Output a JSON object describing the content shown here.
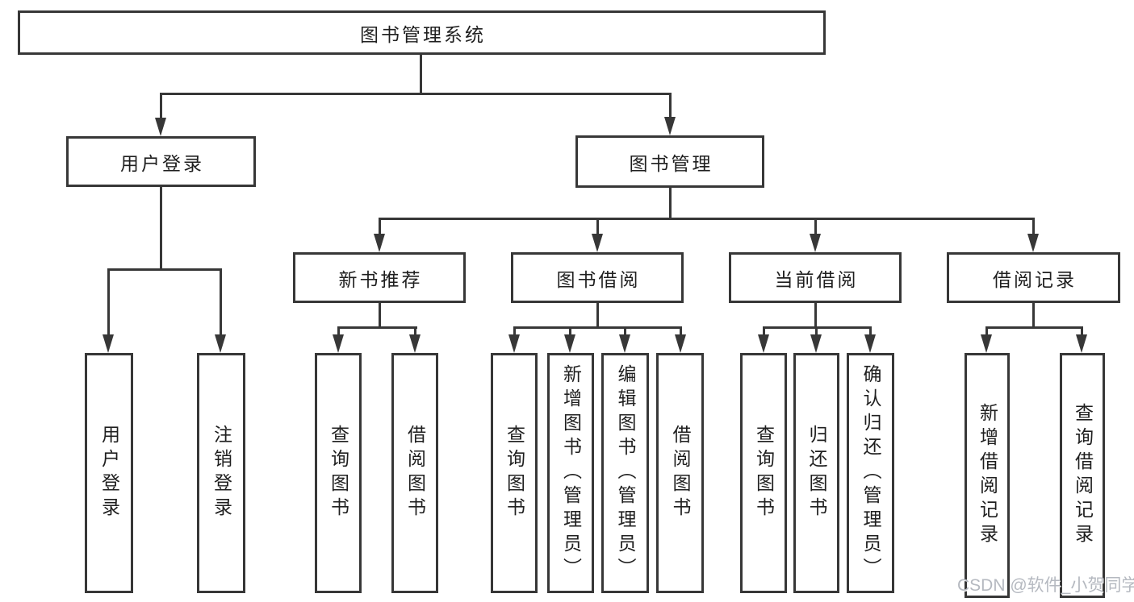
{
  "watermark": "CSDN @软件_小贺同学",
  "colors": {
    "line": "#373737",
    "text": "#1f1f1f",
    "background": "#ffffff",
    "watermark": "#b5b9c0"
  },
  "tree": {
    "root": "图书管理系统",
    "branches": [
      {
        "label": "用户登录",
        "children": [
          "用户登录",
          "注销登录"
        ]
      },
      {
        "label": "图书管理",
        "groups": [
          {
            "label": "新书推荐",
            "children": [
              "查询图书",
              "借阅图书"
            ]
          },
          {
            "label": "图书借阅",
            "children": [
              "查询图书",
              "新增图书（管理员）",
              "编辑图书（管理员）",
              "借阅图书"
            ]
          },
          {
            "label": "当前借阅",
            "children": [
              "查询图书",
              "归还图书",
              "确认归还（管理员）"
            ]
          },
          {
            "label": "借阅记录",
            "children": [
              "新增借阅记录",
              "查询借阅记录"
            ]
          }
        ]
      }
    ]
  }
}
